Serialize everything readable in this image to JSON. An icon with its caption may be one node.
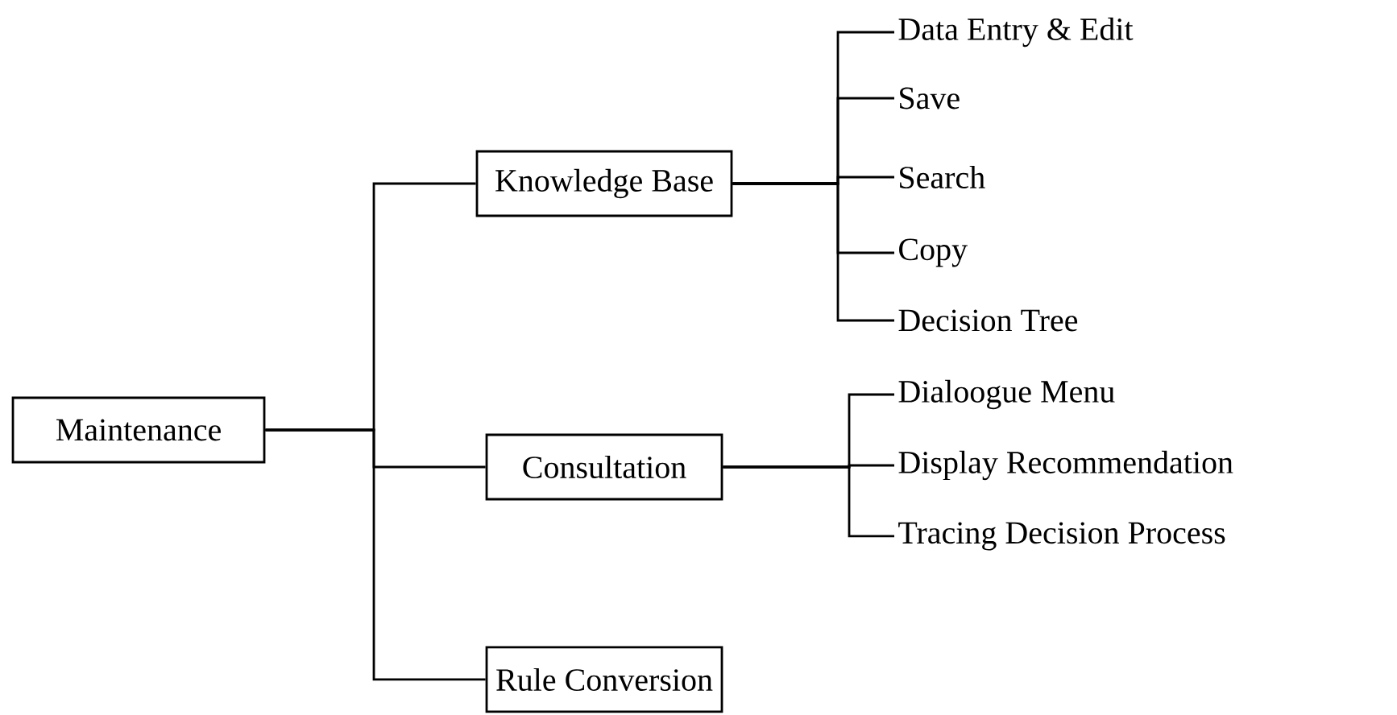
{
  "diagram": {
    "nodes": [
      {
        "text": [
          "Maintenance"
        ]
      },
      {
        "text": [
          "Knowledge Base"
        ]
      },
      {
        "text": [
          "Consultation"
        ]
      },
      {
        "text": [
          "Rule Conversion"
        ]
      },
      {
        "text": [
          "Data Entry & Edit"
        ]
      },
      {
        "text": [
          "Save"
        ]
      },
      {
        "text": [
          "Search"
        ]
      },
      {
        "text": [
          "Copy"
        ]
      },
      {
        "text": [
          "Decision Tree"
        ]
      },
      {
        "text": [
          "Dialoogue Menu"
        ]
      },
      {
        "text": [
          "Display Recommendation"
        ]
      },
      {
        "text": [
          "Tracing Decision Process"
        ]
      }
    ],
    "edges": [
      {
        "from": 0,
        "to": 1,
        "arrow": "none"
      },
      {
        "from": 0,
        "to": 2,
        "arrow": "none"
      },
      {
        "from": 0,
        "to": 3,
        "arrow": "none"
      },
      {
        "from": 1,
        "to": 4,
        "arrow": "none"
      },
      {
        "from": 1,
        "to": 5,
        "arrow": "none"
      },
      {
        "from": 1,
        "to": 6,
        "arrow": "none"
      },
      {
        "from": 1,
        "to": 7,
        "arrow": "none"
      },
      {
        "from": 1,
        "to": 8,
        "arrow": "none"
      },
      {
        "from": 2,
        "to": 9,
        "arrow": "none"
      },
      {
        "from": 2,
        "to": 10,
        "arrow": "none"
      },
      {
        "from": 2,
        "to": 11,
        "arrow": "none"
      }
    ]
  }
}
